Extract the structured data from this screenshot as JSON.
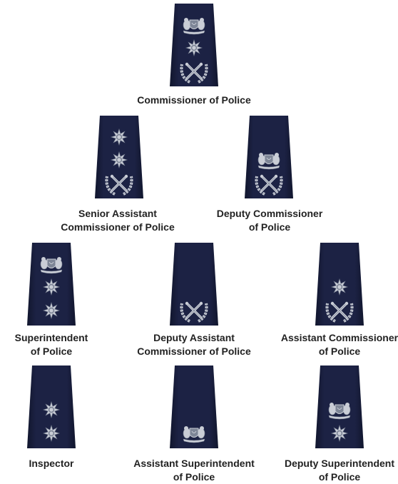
{
  "colors": {
    "board": "#1c2244",
    "board_edge": "#11162d",
    "insignia": "#c9cdd6",
    "insignia_dark": "#7d8596",
    "caption": "#222222"
  },
  "ranks": [
    {
      "id": "commissioner",
      "lines": [
        "Commissioner of Police"
      ],
      "insignia": [
        "coat-of-arms",
        "pip",
        "crossed-batons-wreath"
      ]
    },
    {
      "id": "senior-assistant-commissioner",
      "lines": [
        "Senior Assistant",
        "Commissioner of Police"
      ],
      "insignia": [
        "pip",
        "pip",
        "crossed-batons-wreath"
      ]
    },
    {
      "id": "deputy-commissioner",
      "lines": [
        "Deputy Commissioner",
        "of Police"
      ],
      "insignia": [
        "coat-of-arms",
        "crossed-batons-wreath"
      ]
    },
    {
      "id": "superintendent",
      "lines": [
        "Superintendent",
        "of Police"
      ],
      "insignia": [
        "coat-of-arms",
        "pip",
        "pip"
      ]
    },
    {
      "id": "deputy-assistant-commissioner",
      "lines": [
        "Deputy Assistant",
        "Commissioner of Police"
      ],
      "insignia": [
        "crossed-batons-wreath"
      ]
    },
    {
      "id": "assistant-commissioner",
      "lines": [
        "Assistant Commissioner",
        "of Police"
      ],
      "insignia": [
        "pip",
        "crossed-batons-wreath"
      ]
    },
    {
      "id": "inspector",
      "lines": [
        "Inspector"
      ],
      "insignia": [
        "pip",
        "pip"
      ]
    },
    {
      "id": "assistant-superintendent",
      "lines": [
        "Assistant Superintendent",
        "of Police"
      ],
      "insignia": [
        "coat-of-arms"
      ]
    },
    {
      "id": "deputy-superintendent",
      "lines": [
        "Deputy Superintendent",
        "of Police"
      ],
      "insignia": [
        "coat-of-arms",
        "pip"
      ]
    }
  ]
}
